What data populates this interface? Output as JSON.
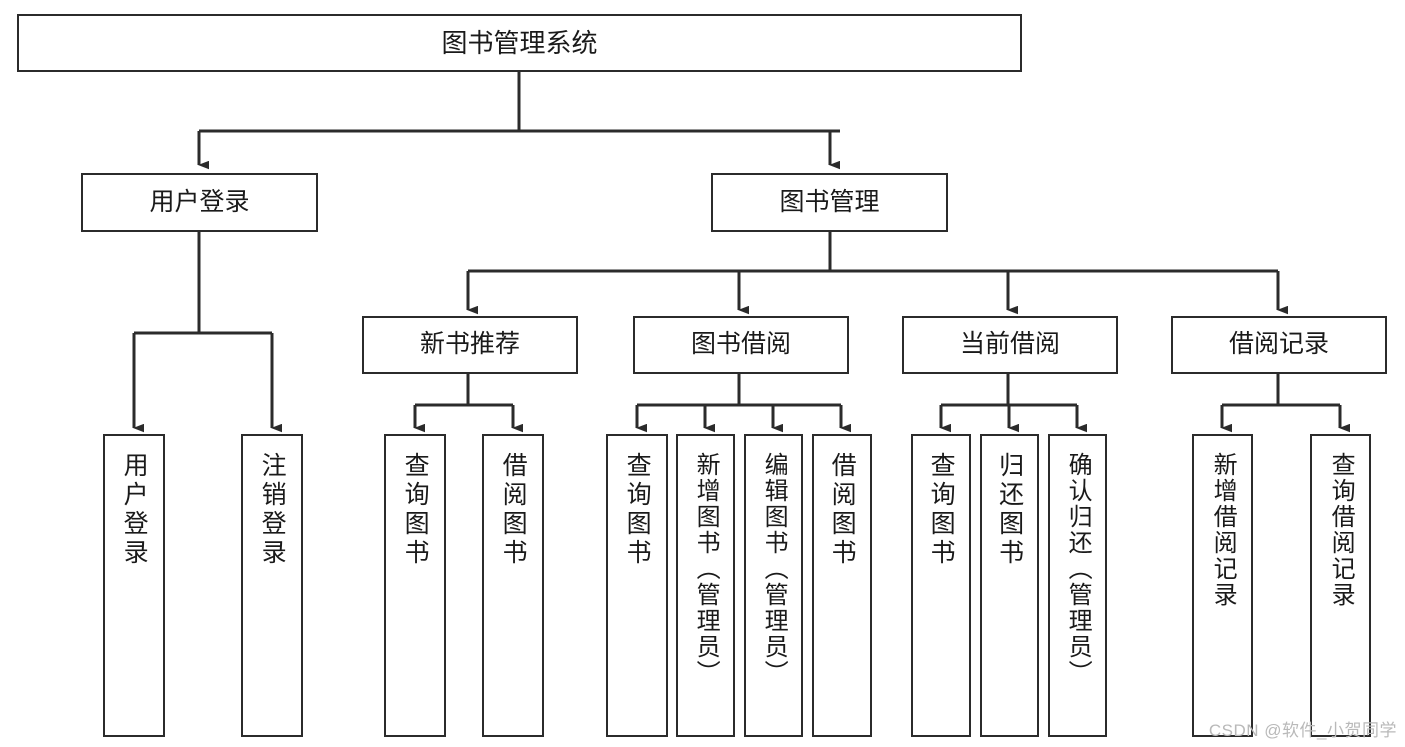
{
  "diagram": {
    "title": "图书管理系统",
    "type": "tree-structure-chart",
    "edge_color": "#2b2b2b",
    "box_border_color": "#2b2b2b",
    "background_color": "#ffffff",
    "watermark": "CSDN @软件_小贺同学"
  },
  "nodes": {
    "root": {
      "label": "图书管理系统"
    },
    "level2": [
      {
        "key": "user_login",
        "label": "用户登录"
      },
      {
        "key": "book_manage",
        "label": "图书管理"
      }
    ],
    "level3": [
      {
        "key": "new_book_rec",
        "label": "新书推荐"
      },
      {
        "key": "book_borrow",
        "label": "图书借阅"
      },
      {
        "key": "current_borrow",
        "label": "当前借阅"
      },
      {
        "key": "borrow_record",
        "label": "借阅记录"
      }
    ],
    "leaves": {
      "user_login": [
        {
          "key": "leaf_user_login",
          "label": "用户登录"
        },
        {
          "key": "leaf_logout_login",
          "label": "注销登录"
        }
      ],
      "new_book_rec": [
        {
          "key": "leaf_query_book_1",
          "label": "查询图书"
        },
        {
          "key": "leaf_borrow_book_1",
          "label": "借阅图书"
        }
      ],
      "book_borrow": [
        {
          "key": "leaf_query_book_2",
          "label": "查询图书"
        },
        {
          "key": "leaf_add_book",
          "label": "新增图书（管理员）"
        },
        {
          "key": "leaf_edit_book",
          "label": "编辑图书（管理员）"
        },
        {
          "key": "leaf_borrow_book_2",
          "label": "借阅图书"
        }
      ],
      "current_borrow": [
        {
          "key": "leaf_query_book_3",
          "label": "查询图书"
        },
        {
          "key": "leaf_return_book",
          "label": "归还图书"
        },
        {
          "key": "leaf_confirm_return",
          "label": "确认归还（管理员）"
        }
      ],
      "borrow_record": [
        {
          "key": "leaf_add_record",
          "label": "新增借阅记录"
        },
        {
          "key": "leaf_query_record",
          "label": "查询借阅记录"
        }
      ]
    }
  }
}
